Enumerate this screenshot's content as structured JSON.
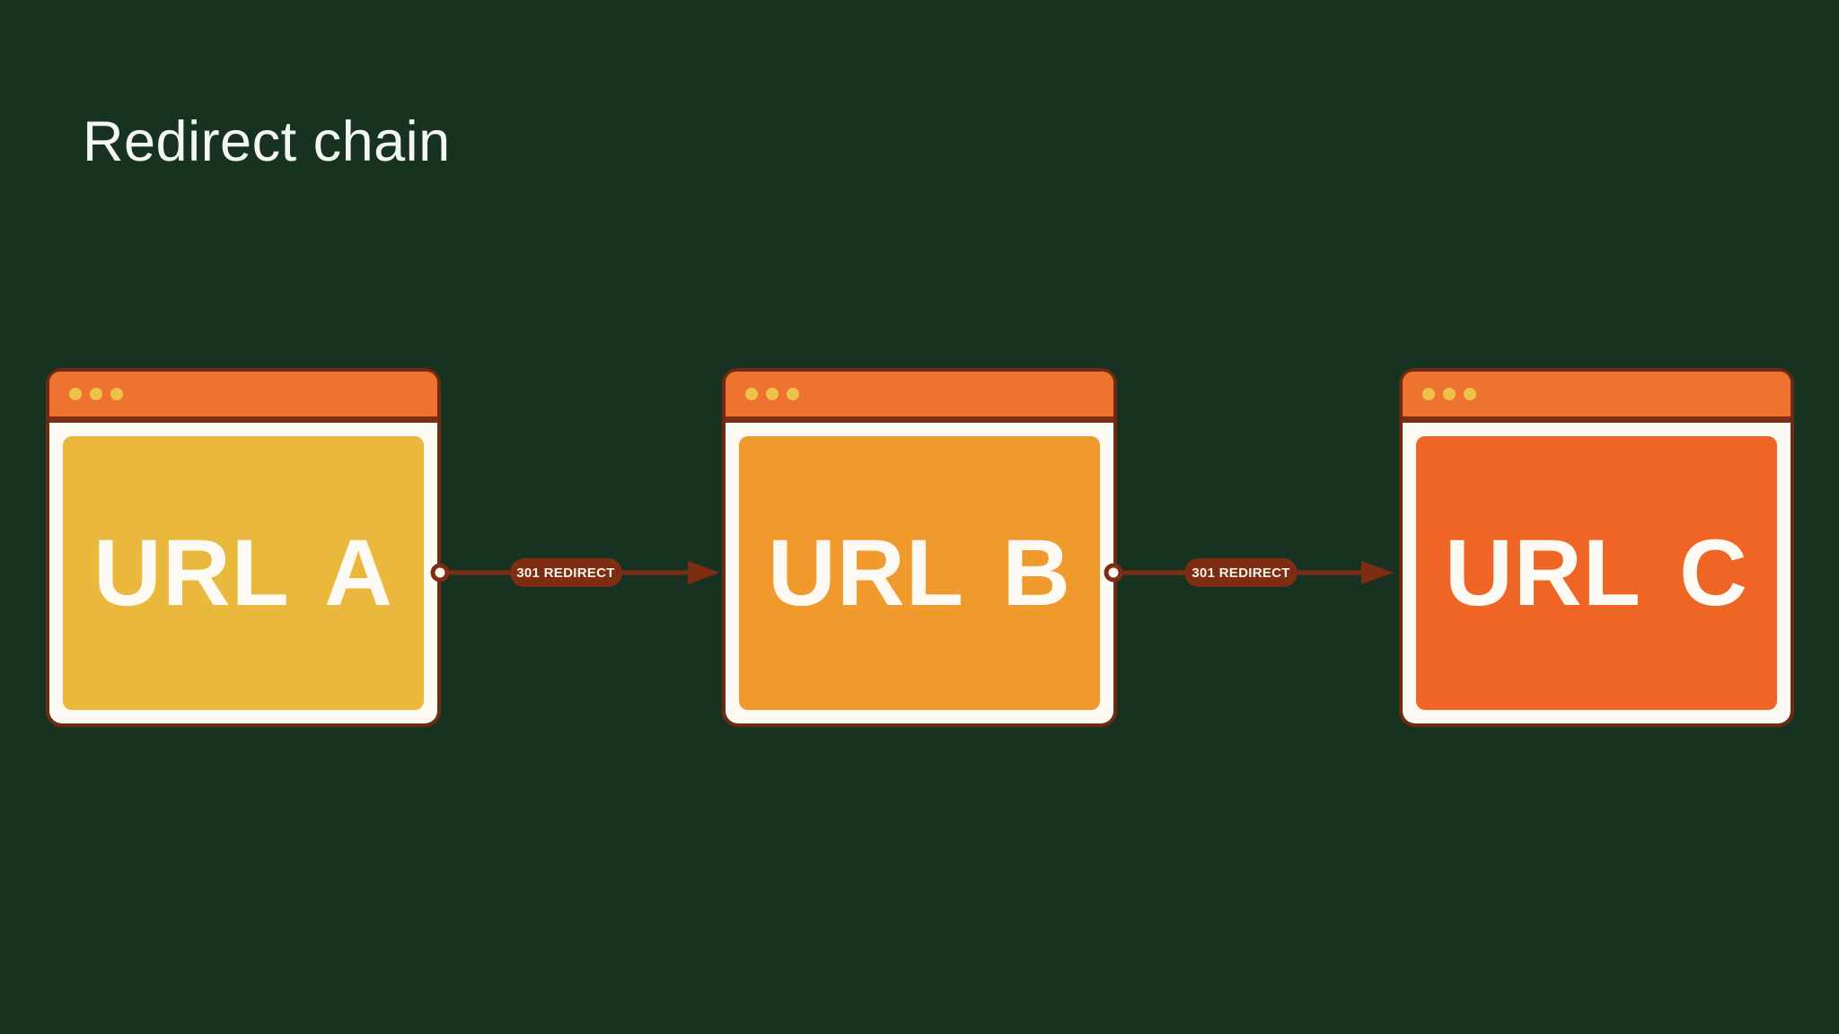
{
  "page": {
    "title": "Redirect chain",
    "background_color": "#183222",
    "title_color": "#f4f6f1"
  },
  "windows": [
    {
      "label": "URL A",
      "body_color": "#eab83d",
      "titlebar_color": "#ee7330",
      "dot_color": "#eec14b",
      "frame_color": "#fdfaf4",
      "outline_color": "#6e2b13"
    },
    {
      "label": "URL B",
      "body_color": "#f0992c",
      "titlebar_color": "#ee7330",
      "dot_color": "#eec14b",
      "frame_color": "#fdfaf4",
      "outline_color": "#6e2b13"
    },
    {
      "label": "URL C",
      "body_color": "#ef6526",
      "titlebar_color": "#ee7330",
      "dot_color": "#eec14b",
      "frame_color": "#fdfaf4",
      "outline_color": "#6e2b13"
    }
  ],
  "connectors": [
    {
      "label": "301 REDIRECT",
      "color": "#7e2c12",
      "badge_text_color": "#fbf3e8"
    },
    {
      "label": "301 REDIRECT",
      "color": "#7e2c12",
      "badge_text_color": "#fbf3e8"
    }
  ]
}
